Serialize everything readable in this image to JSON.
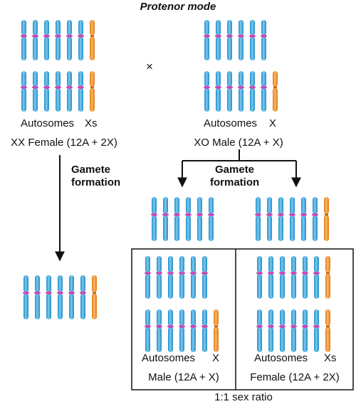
{
  "title": "Protenor mode",
  "cross_symbol": "×",
  "female_parent": {
    "autosomes_label": "Autosomes",
    "sex_label": "Xs",
    "description": "XX Female (12A + 2X)"
  },
  "male_parent": {
    "autosomes_label": "Autosomes",
    "sex_label": "X",
    "description": "XO Male (12A + X)"
  },
  "gamete_formation_left": {
    "line1": "Gamete",
    "line2": "formation"
  },
  "gamete_formation_right": {
    "line1": "Gamete",
    "line2": "formation"
  },
  "offspring_male": {
    "autosomes_label": "Autosomes",
    "sex_label": "X",
    "description": "Male (12A + X)"
  },
  "offspring_female": {
    "autosomes_label": "Autosomes",
    "sex_label": "Xs",
    "description": "Female (12A + 2X)"
  },
  "ratio_caption": "1:1 sex ratio",
  "colors": {
    "autosome": "#2a9fd8",
    "autosome_light": "#7cc9ee",
    "sex_chromosome": "#f08a1c",
    "sex_chromosome_light": "#f8b86a",
    "centromere": "#c24fb5",
    "arrow": "#111111"
  }
}
